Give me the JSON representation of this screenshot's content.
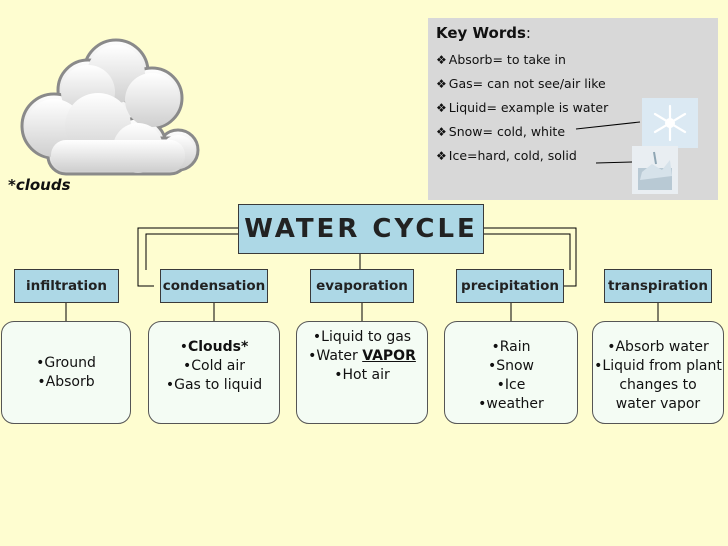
{
  "clouds_label": "*clouds",
  "key_words": {
    "title": "Key Words",
    "colon": ":",
    "bullet": "❖",
    "items": [
      "Absorb= to take in",
      "Gas= can not see/air like",
      "Liquid= example is water",
      "Snow= cold, white",
      "Ice=hard, cold, solid"
    ]
  },
  "title": "WATER CYCLE",
  "categories": [
    {
      "label": "infiltration",
      "lines": [
        "•Ground",
        "•Absorb"
      ]
    },
    {
      "label": "condensation",
      "lines_bold_first": "Clouds*",
      "lines": [
        "•",
        "•Cold air",
        "•Gas to liquid"
      ]
    },
    {
      "label": "evaporation",
      "line1": "•Liquid to gas",
      "line2_prefix": "•Water ",
      "line2_emph": "VAPOR",
      "line3": "•Hot air"
    },
    {
      "label": "precipitation",
      "lines": [
        "•Rain",
        "•Snow",
        "•Ice",
        "•weather"
      ]
    },
    {
      "label": "transpiration",
      "lines": [
        "•Absorb water",
        "•Liquid from plant",
        "changes to",
        "water vapor"
      ]
    }
  ],
  "colors": {
    "background": "#fefdd0",
    "box_fill": "#add8e6",
    "detail_fill": "#f4fcf4",
    "keybox_fill": "#d8d8d8"
  },
  "icons": [
    "cloud-icon",
    "snowflake-icon",
    "ice-photo-icon"
  ]
}
